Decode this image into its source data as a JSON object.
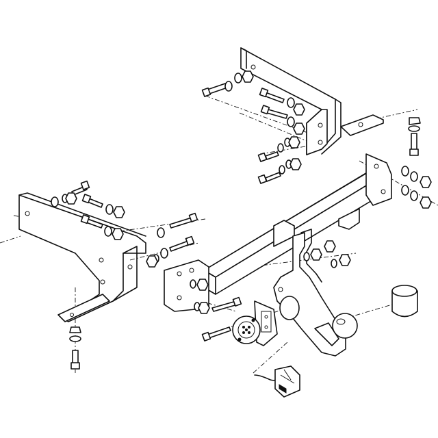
{
  "diagram": {
    "components": [
      "right-mounting-bracket",
      "left-mounting-bracket",
      "cross-beam",
      "tow-ball-neck",
      "tow-ball",
      "ball-cover",
      "socket-plate",
      "electrical-socket",
      "wiring-connector",
      "bolts",
      "washers",
      "nuts"
    ],
    "colors": {
      "line": "#111111",
      "background": "#ffffff"
    }
  }
}
